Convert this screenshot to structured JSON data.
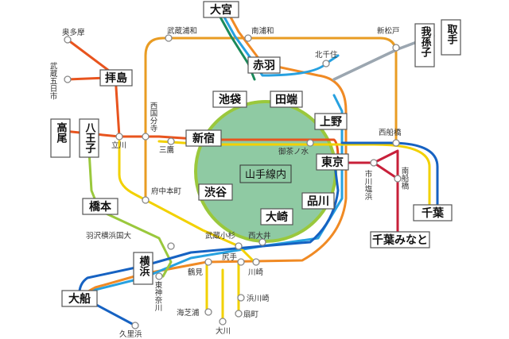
{
  "title": "",
  "colors": {
    "yamanote_fill": "#8fcaa3",
    "yamanote_ring": "#9ac83c",
    "chuo": "#e8541e",
    "sobu": "#f2d100",
    "keihin": "#27a1e0",
    "saikyo": "#1b8a5a",
    "joban": "#9ba6b0",
    "musashino": "#e99c23",
    "yokosuka": "#1662c2",
    "nambu": "#f2d100",
    "keiyo": "#c8203a",
    "tokaido": "#f08a24",
    "yokohama": "#9ac83c"
  },
  "center_label": "山手線内",
  "boxes": {
    "omiya": "大宮",
    "akabane": "赤羽",
    "ikebukuro": "池袋",
    "tabata": "田端",
    "ueno": "上野",
    "shinjuku": "新宿",
    "tokyo": "東京",
    "shibuya": "渋谷",
    "shinagawa": "品川",
    "osaki": "大崎",
    "haijima": "拝島",
    "takao": "高尾",
    "hachioji": "八王子",
    "hashimoto": "橋本",
    "yokohama": "横浜",
    "ofuna": "大船",
    "toride": "取手",
    "abiko": "我孫子",
    "chiba": "千葉",
    "chiba_minato": "千葉みなと"
  },
  "stations": {
    "okutama": "奥多摩",
    "musashi_itsukaichi": "武蔵五日市",
    "musashi_urawa": "武蔵浦和",
    "minami_urawa": "南浦和",
    "shin_matsudo": "新松戸",
    "kita_senju": "北千住",
    "nishi_kokubunji": "西国分寺",
    "tachikawa": "立川",
    "mitaka": "三鷹",
    "fuchu_hommachi": "府中本町",
    "ochanomizu": "御茶ノ水",
    "nishi_funabashi": "西船橋",
    "ichikawa_shiohama": "市川塩浜",
    "minami_funabashi": "南船橋",
    "hazawa": "羽沢横浜国大",
    "musashi_kosugi": "武蔵小杉",
    "nishi_oi": "西大井",
    "shiriteh": "尻手",
    "tsurumi": "鶴見",
    "kawasaki": "川崎",
    "higashi_kanagawa": "東神奈川",
    "hama_kawasaki": "浜川崎",
    "umi_shibaura": "海芝浦",
    "okawa": "大川",
    "ogimachi": "扇町",
    "kurihama": "久里浜"
  }
}
